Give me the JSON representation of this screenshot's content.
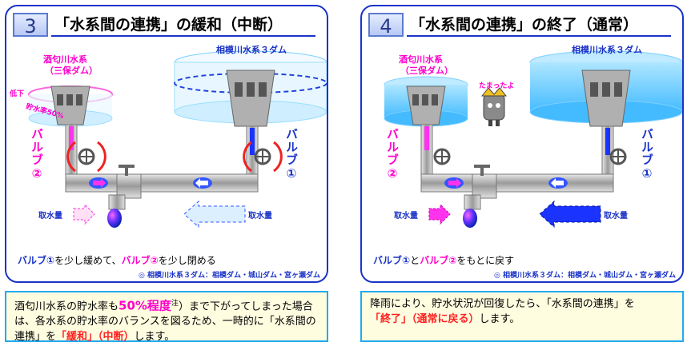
{
  "panel3": {
    "num": "3",
    "title": "「水系間の連携」の緩和（中断）",
    "small_dam_label1": "酒匂川水系",
    "small_dam_label2": "（三保ダム）",
    "big_dam_label": "相模川水系３ダム",
    "lower_label": "低下",
    "pct_label": "貯水率50%",
    "valve2": "バルブ②",
    "valve1": "バルブ①",
    "intake_left": "取水量",
    "intake_right": "取水量",
    "caption_part1": "バルブ①",
    "caption_part2": "を少し緩めて、",
    "caption_part3": "バルブ②",
    "caption_part4": "を少し閉める",
    "credit": "◎ 相模川水系３ダム：相模ダム・城山ダム・宮ヶ瀬ダム"
  },
  "panel4": {
    "num": "4",
    "title": "「水系間の連携」の終了（通常）",
    "small_dam_label1": "酒匂川水系",
    "small_dam_label2": "（三保ダム）",
    "big_dam_label": "相模川水系３ダム",
    "mascot_text": "たまったよ",
    "valve2": "バルブ②",
    "valve1": "バルブ①",
    "intake_left": "取水量",
    "intake_right": "取水量",
    "caption_part1": "バルブ①",
    "caption_part2": "と",
    "caption_part3": "バルブ②",
    "caption_part4": "をもとに戻す",
    "credit": "◎ 相模川水系３ダム：相模ダム・城山ダム・宮ヶ瀬ダム"
  },
  "note3": {
    "t1": "酒匂川水系の貯水率も",
    "pct": "50%程度",
    "sup": "注",
    "t2": "）まで下がってしまった場合は、各水系の貯水率のバランスを図るため、一時的に「水系間の連携」を",
    "red": "「緩和」（中断）",
    "t3": "します。"
  },
  "note4": {
    "t1": "降雨により、貯水状況が回復したら、「水系間の連携」を",
    "red": "「終了」",
    "t2": "（通常に戻る）",
    "t3": "します。"
  },
  "colors": {
    "frame": "#1a33c8",
    "magenta": "#ff00cc",
    "blue": "#1a33c8",
    "red": "#ff2222",
    "water": "#66ccff"
  }
}
